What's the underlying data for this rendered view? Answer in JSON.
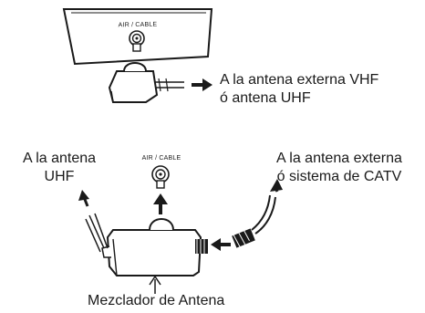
{
  "top_panel": {
    "jack_label": "AIR / CABLE"
  },
  "top_caption": {
    "line1": "A la antena externa VHF",
    "line2": "ó antena UHF"
  },
  "bottom": {
    "jack_label": "AIR / CABLE",
    "left_caption": {
      "line1": "A la antena",
      "line2": "UHF"
    },
    "right_caption": {
      "line1": "A la antena externa",
      "line2": "ó sistema de CATV"
    },
    "mixer_caption": "Mezclador de Antena"
  },
  "colors": {
    "ink": "#1a1a1a",
    "paper": "#ffffff",
    "shade": "#d8d8d8"
  }
}
